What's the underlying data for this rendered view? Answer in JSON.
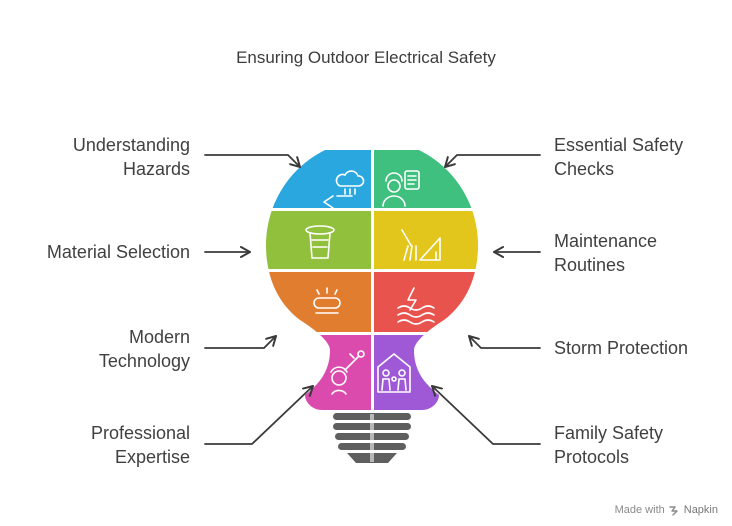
{
  "title": "Ensuring Outdoor Electrical Safety",
  "segments": [
    {
      "label": "Understanding Hazards",
      "side": "left",
      "color": "#2aa7df",
      "icon": "rain-warning-icon"
    },
    {
      "label": "Essential Safety Checks",
      "side": "right",
      "color": "#3fc07e",
      "icon": "inspector-checklist-icon"
    },
    {
      "label": "Material Selection",
      "side": "left",
      "color": "#90c03c",
      "icon": "insulator-cup-icon"
    },
    {
      "label": "Maintenance Routines",
      "side": "right",
      "color": "#e2c61c",
      "icon": "broom-ruler-icon"
    },
    {
      "label": "Modern Technology",
      "side": "left",
      "color": "#e07d2e",
      "icon": "capsule-light-icon"
    },
    {
      "label": "Storm Protection",
      "side": "right",
      "color": "#e8534d",
      "icon": "lightning-waves-icon"
    },
    {
      "label": "Professional Expertise",
      "side": "left",
      "color": "#db4bae",
      "icon": "electrician-icon"
    },
    {
      "label": "Family Safety Protocols",
      "side": "right",
      "color": "#9f58d6",
      "icon": "family-house-icon"
    }
  ],
  "labels": {
    "understanding_l1": "Understanding",
    "understanding_l2": "Hazards",
    "checks_l1": "Essential Safety",
    "checks_l2": "Checks",
    "material": "Material Selection",
    "maint_l1": "Maintenance",
    "maint_l2": "Routines",
    "modern_l1": "Modern",
    "modern_l2": "Technology",
    "storm": "Storm Protection",
    "pro_l1": "Professional",
    "pro_l2": "Expertise",
    "family_l1": "Family Safety",
    "family_l2": "Protocols"
  },
  "colors": {
    "arrow": "#3a3a3a",
    "base": "#5f5f5f",
    "icon_stroke": "#ffffff"
  },
  "footer": {
    "made_with": "Made with",
    "brand": "Napkin"
  }
}
